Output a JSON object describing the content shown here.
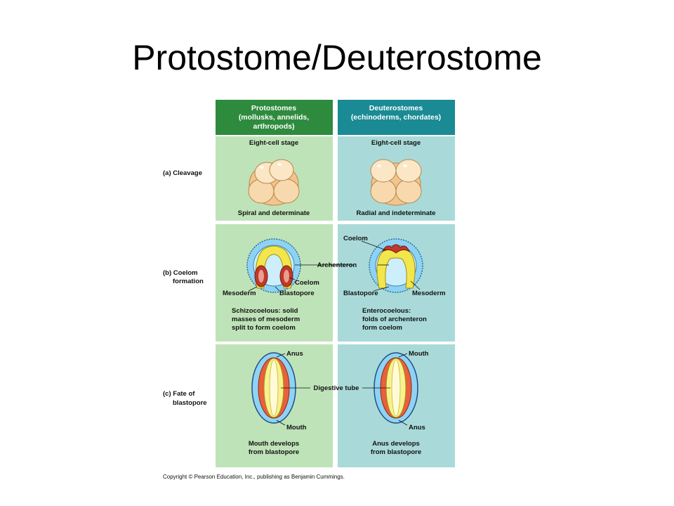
{
  "title": "Protostome/Deuterostome",
  "colors": {
    "protostome_header": "#2e8b3e",
    "deuterostome_header": "#1a8a94",
    "protostome_panel": "#bfe3b8",
    "deuterostome_panel": "#a9dad9",
    "embryo_fill": "#f7d9ad",
    "mesoderm": "#c0392b",
    "endoderm": "#f2e64d",
    "ectoderm": "#8fd3f4"
  },
  "columns": {
    "protostomes": {
      "header_line1": "Protostomes",
      "header_line2": "(mollusks, annelids,",
      "header_line3": "arthropods)"
    },
    "deuterostomes": {
      "header_line1": "Deuterostomes",
      "header_line2": "(echinoderms, chordates)"
    }
  },
  "rows": {
    "a": {
      "letter": "(a)",
      "label_line1": "Cleavage",
      "proto_stage": "Eight-cell stage",
      "deut_stage": "Eight-cell stage",
      "proto_caption": "Spiral and determinate",
      "deut_caption": "Radial and indeterminate"
    },
    "b": {
      "letter": "(b)",
      "label_line1": "Coelom",
      "label_line2": "formation",
      "archenteron": "Archenteron",
      "proto_mesoderm": "Mesoderm",
      "proto_blastopore": "Blastopore",
      "proto_coelom": "Coelom",
      "deut_coelom": "Coelom",
      "deut_blastopore": "Blastopore",
      "deut_mesoderm": "Mesoderm",
      "proto_caption_line1": "Schizocoelous: solid",
      "proto_caption_line2": "masses of mesoderm",
      "proto_caption_line3": "split to form coelom",
      "deut_caption_line1": "Enterocoelous:",
      "deut_caption_line2": "folds of archenteron",
      "deut_caption_line3": "form coelom"
    },
    "c": {
      "letter": "(c)",
      "label_line1": "Fate of",
      "label_line2": "blastopore",
      "digestive_tube": "Digestive tube",
      "proto_top": "Anus",
      "proto_bottom": "Mouth",
      "deut_top": "Mouth",
      "deut_bottom": "Anus",
      "proto_caption_line1": "Mouth develops",
      "proto_caption_line2": "from blastopore",
      "deut_caption_line1": "Anus develops",
      "deut_caption_line2": "from blastopore"
    }
  },
  "copyright": "Copyright © Pearson Education, Inc., publishing as Benjamin Cummings."
}
